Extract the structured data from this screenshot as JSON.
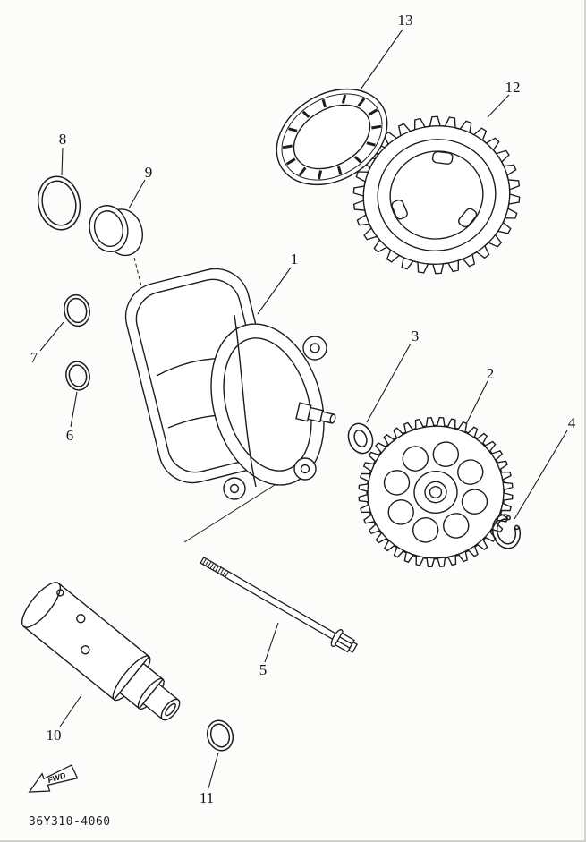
{
  "diagram": {
    "code": "36Y310-4060",
    "fwd": "FWD",
    "labels": [
      "1",
      "2",
      "3",
      "4",
      "5",
      "6",
      "7",
      "8",
      "9",
      "10",
      "11",
      "12",
      "13"
    ]
  }
}
